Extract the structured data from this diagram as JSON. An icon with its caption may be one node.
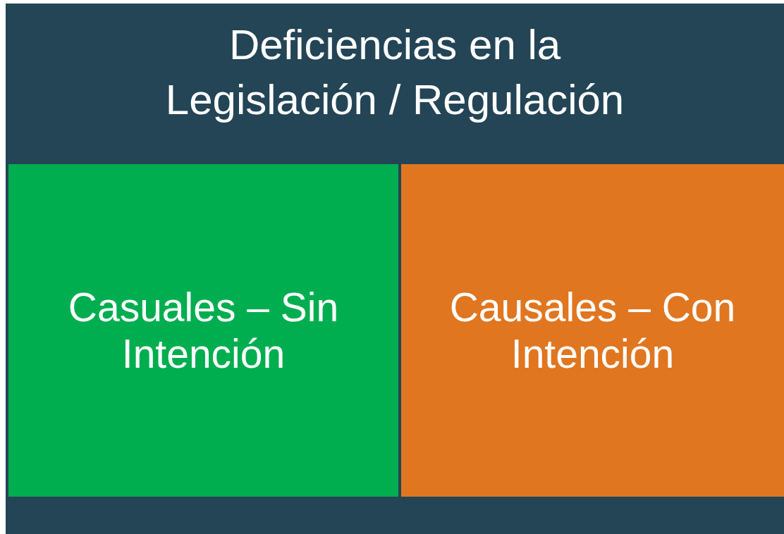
{
  "diagram": {
    "nodes": [
      {
        "text": [
          "Deficiencias en la Legislación / Regulación"
        ]
      },
      {
        "text": [
          "Casuales – Sin Intención"
        ],
        "in": 0
      },
      {
        "text": [
          "Causales – Con Intención"
        ],
        "in": 0
      }
    ]
  }
}
